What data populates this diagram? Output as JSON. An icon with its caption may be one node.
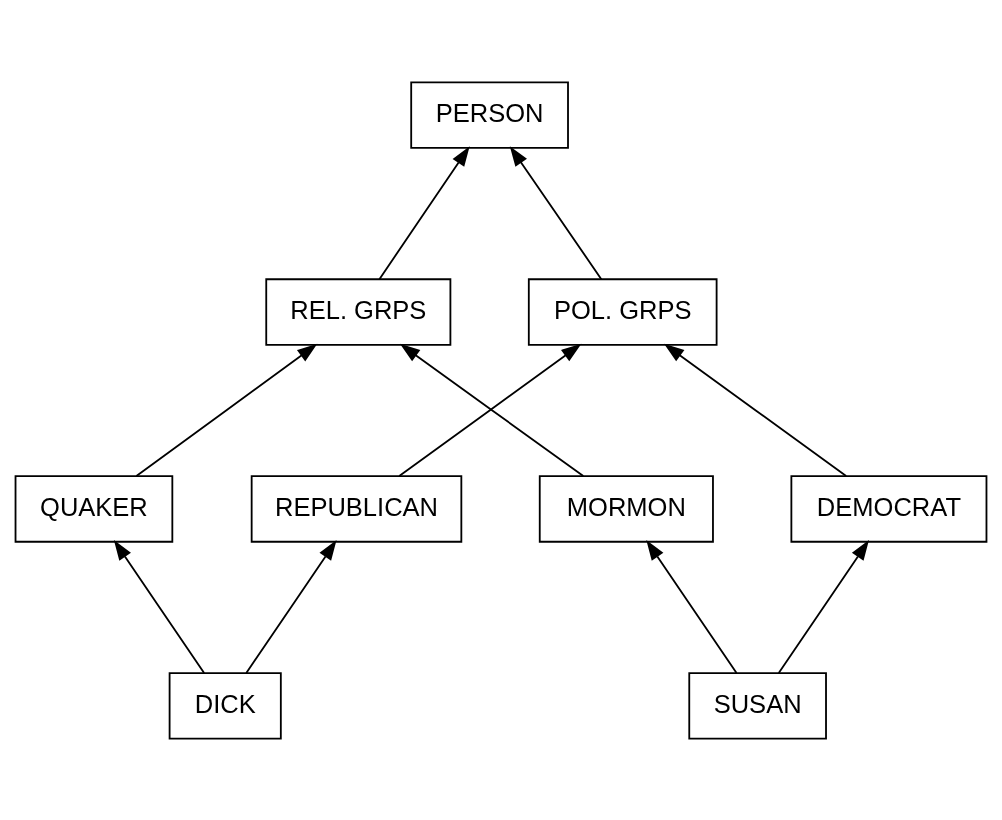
{
  "diagram": {
    "nodes": [
      {
        "text": [
          "PERSON"
        ]
      },
      {
        "text": [
          "REL. GRPS"
        ]
      },
      {
        "text": [
          "POL. GRPS"
        ]
      },
      {
        "text": [
          "QUAKER"
        ]
      },
      {
        "text": [
          "MORMON"
        ]
      },
      {
        "text": [
          "REPUBLICAN"
        ]
      },
      {
        "text": [
          "DEMOCRAT"
        ]
      },
      {
        "text": [
          "DICK"
        ]
      },
      {
        "text": [
          "SUSAN"
        ]
      }
    ],
    "edges": [
      {
        "from": 1,
        "to": 0,
        "arrow": "to"
      },
      {
        "from": 2,
        "to": 0,
        "arrow": "to"
      },
      {
        "from": 3,
        "to": 1,
        "arrow": "to"
      },
      {
        "from": 4,
        "to": 1,
        "arrow": "to"
      },
      {
        "from": 5,
        "to": 2,
        "arrow": "to"
      },
      {
        "from": 6,
        "to": 2,
        "arrow": "to"
      },
      {
        "from": 7,
        "to": 3,
        "arrow": "to"
      },
      {
        "from": 7,
        "to": 5,
        "arrow": "to"
      },
      {
        "from": 8,
        "to": 4,
        "arrow": "to"
      },
      {
        "from": 8,
        "to": 6,
        "arrow": "to"
      }
    ]
  }
}
